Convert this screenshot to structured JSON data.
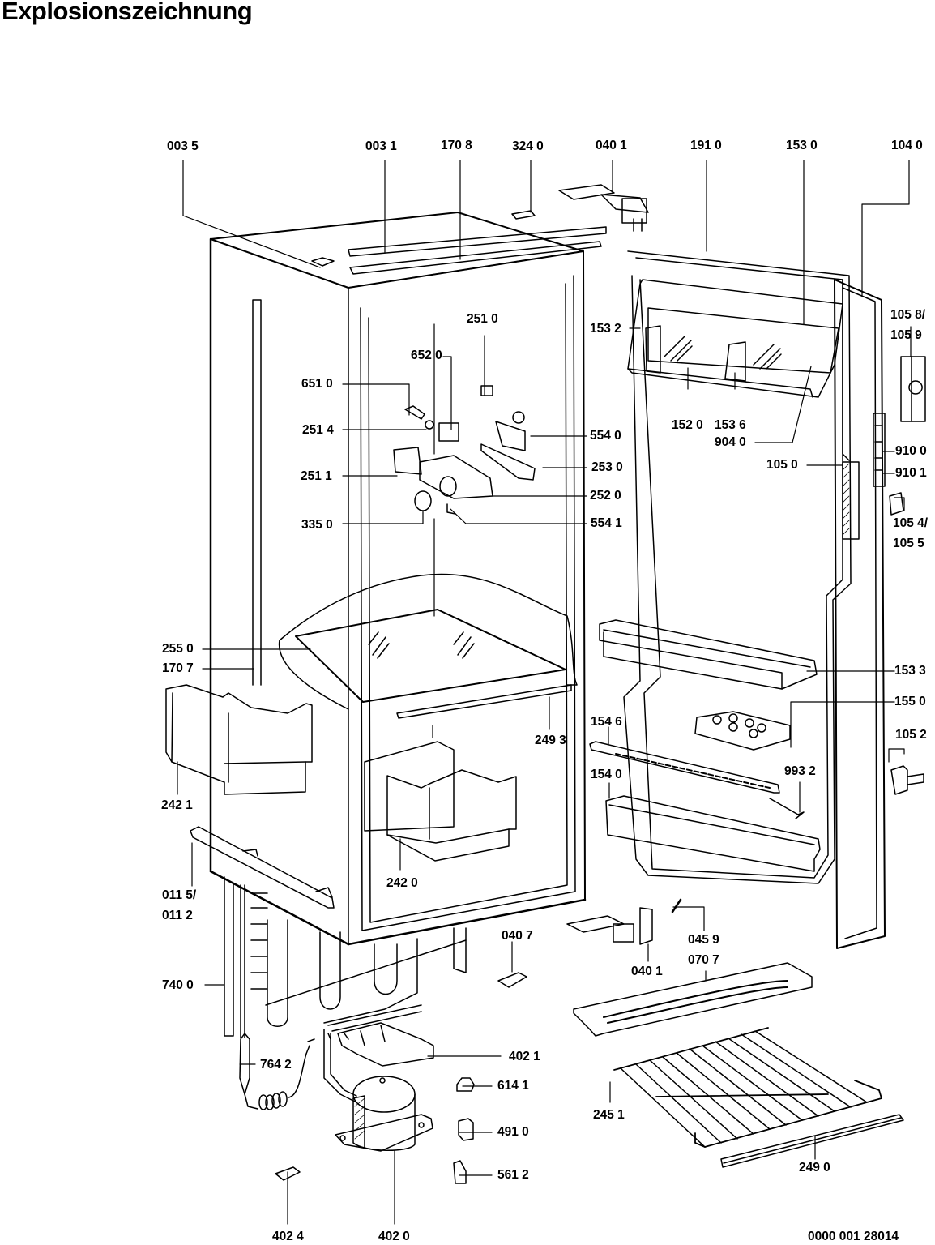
{
  "page": {
    "title": "Explosionszeichnung",
    "document_number": "0000 001 28014"
  },
  "parts": {
    "p0035": "003 5",
    "p0031": "003 1",
    "p1708": "170 8",
    "p3240": "324 0",
    "p0401_top": "040 1",
    "p1910": "191 0",
    "p1530": "153 0",
    "p1040": "104 0",
    "p1058_1059": "105 8/\n105 9",
    "p2510": "251 0",
    "p6520": "652 0",
    "p6510": "651 0",
    "p2514": "251 4",
    "p2511": "251 1",
    "p3350": "335 0",
    "p5540": "554 0",
    "p2530": "253 0",
    "p2520": "252 0",
    "p5541": "554 1",
    "p1532": "153 2",
    "p1520": "152 0",
    "p1536": "153 6",
    "p9040": "904 0",
    "p1050": "105 0",
    "p9100": "910 0",
    "p9101": "910 1",
    "p1054_1055": "105 4/\n105 5",
    "p2550": "255 0",
    "p1707": "170 7",
    "p2421": "242 1",
    "p2493": "249 3",
    "p2420": "242 0",
    "p0115_0112": "011 5/\n011 2",
    "p1533": "153 3",
    "p1550": "155 0",
    "p1546": "154 6",
    "p1540": "154 0",
    "p9932": "993 2",
    "p1052": "105 2",
    "p0407": "040 7",
    "p0401_bottom": "040 1",
    "p0459_0707": "045 9\n070 7",
    "p7400": "740 0",
    "p7642": "764 2",
    "p4021": "402 1",
    "p6141": "614 1",
    "p4910": "491 0",
    "p5612": "561 2",
    "p4024": "402 4",
    "p4020": "402 0",
    "p2451": "245 1",
    "p2490": "249 0"
  }
}
